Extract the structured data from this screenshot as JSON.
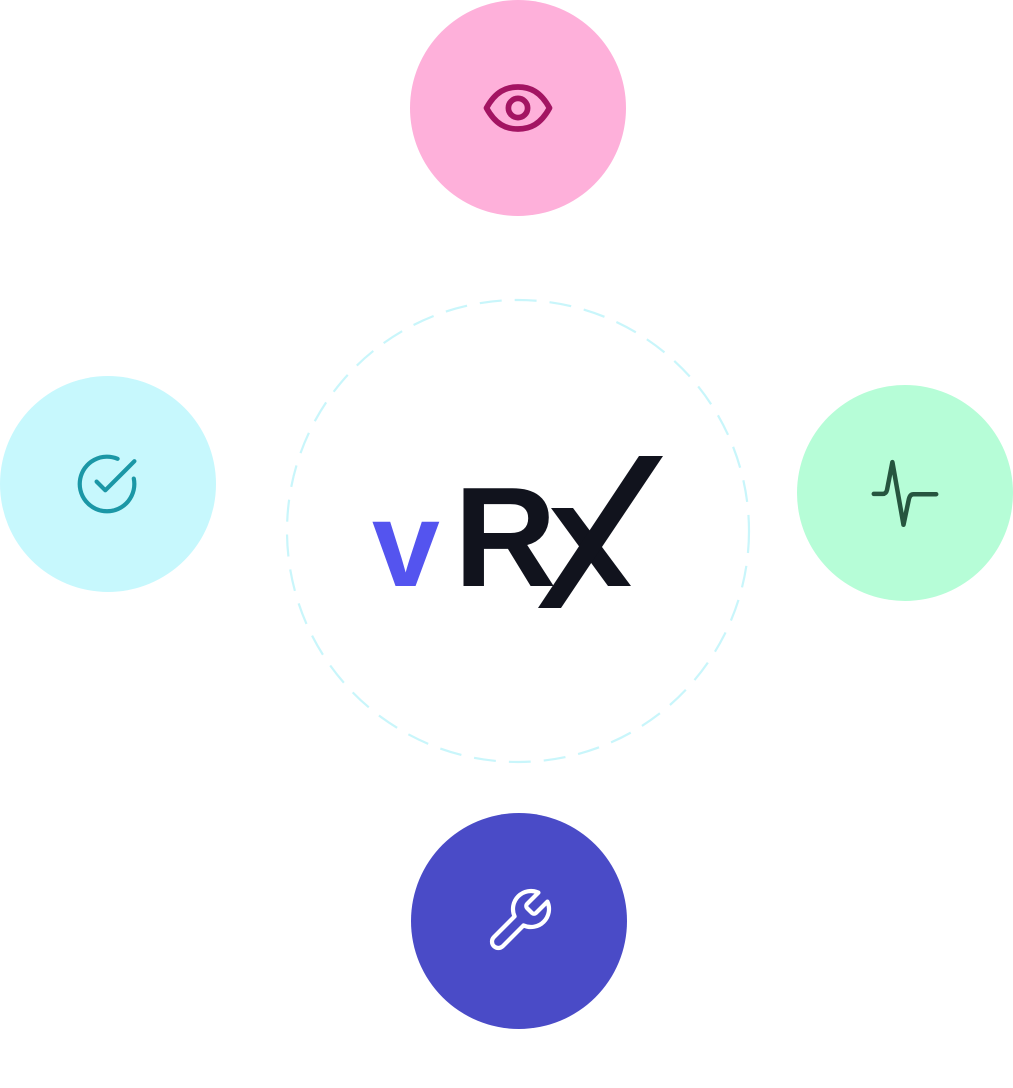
{
  "logo": {
    "prefix": "v",
    "suffix": "R",
    "prefix_color": "#5454ef",
    "suffix_color": "#11131d",
    "mark_icon": "x-check-mark"
  },
  "ring": {
    "stroke_color": "#c9f6fb",
    "style": "dashed"
  },
  "nodes": {
    "top": {
      "icon": "eye-icon",
      "background": "#feb0da",
      "icon_color": "#a31462"
    },
    "left": {
      "icon": "check-circle-icon",
      "background": "#c7f8fd",
      "icon_color": "#1b97a6"
    },
    "right": {
      "icon": "activity-icon",
      "background": "#b6fdd7",
      "icon_color": "#26553f"
    },
    "bottom": {
      "icon": "wrench-icon",
      "background": "#4a4bc7",
      "icon_color": "#ffffff"
    }
  }
}
